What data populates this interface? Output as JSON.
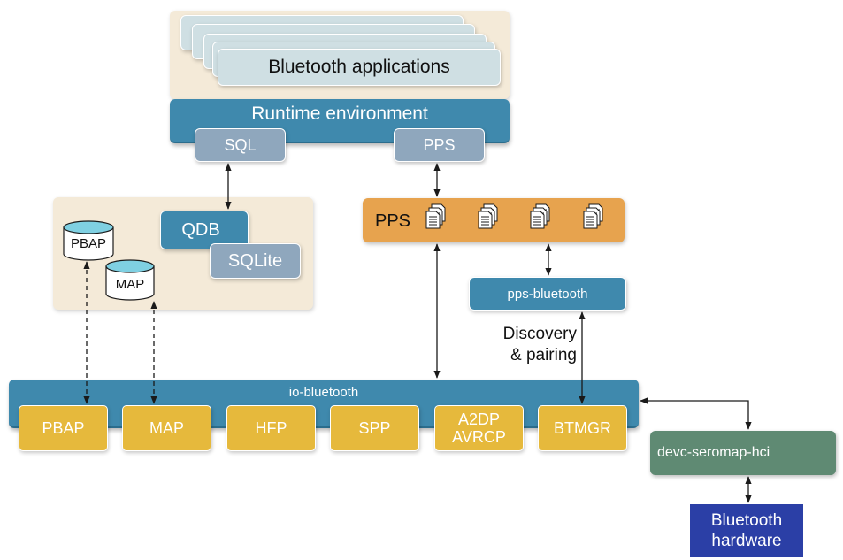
{
  "app_stack": {
    "label": "Bluetooth applications"
  },
  "runtime": {
    "title": "Runtime environment",
    "sql": "SQL",
    "pps": "PPS"
  },
  "database": {
    "pbap": "PBAP",
    "map": "MAP",
    "qdb": "QDB",
    "sqlite": "SQLite"
  },
  "pps_store": {
    "label": "PPS",
    "file_icon_count": 4
  },
  "pps_bluetooth": {
    "label": "pps-bluetooth"
  },
  "discovery": {
    "line1": "Discovery",
    "line2": "& pairing"
  },
  "io_bluetooth": {
    "title": "io-bluetooth",
    "profiles": [
      "PBAP",
      "MAP",
      "HFP",
      "SPP",
      "A2DP",
      "AVRCP",
      "BTMGR"
    ]
  },
  "driver": {
    "label": "devc-seromap-hci"
  },
  "hardware": {
    "line1": "Bluetooth",
    "line2": "hardware"
  },
  "colors": {
    "blue": "#3f89ad",
    "grey_blue": "#8fa7bd",
    "yellow": "#e6b93c",
    "orange": "#e7a34e",
    "beige": "#f4ead8",
    "green": "#5f8a73",
    "navy": "#2b3fa6"
  }
}
